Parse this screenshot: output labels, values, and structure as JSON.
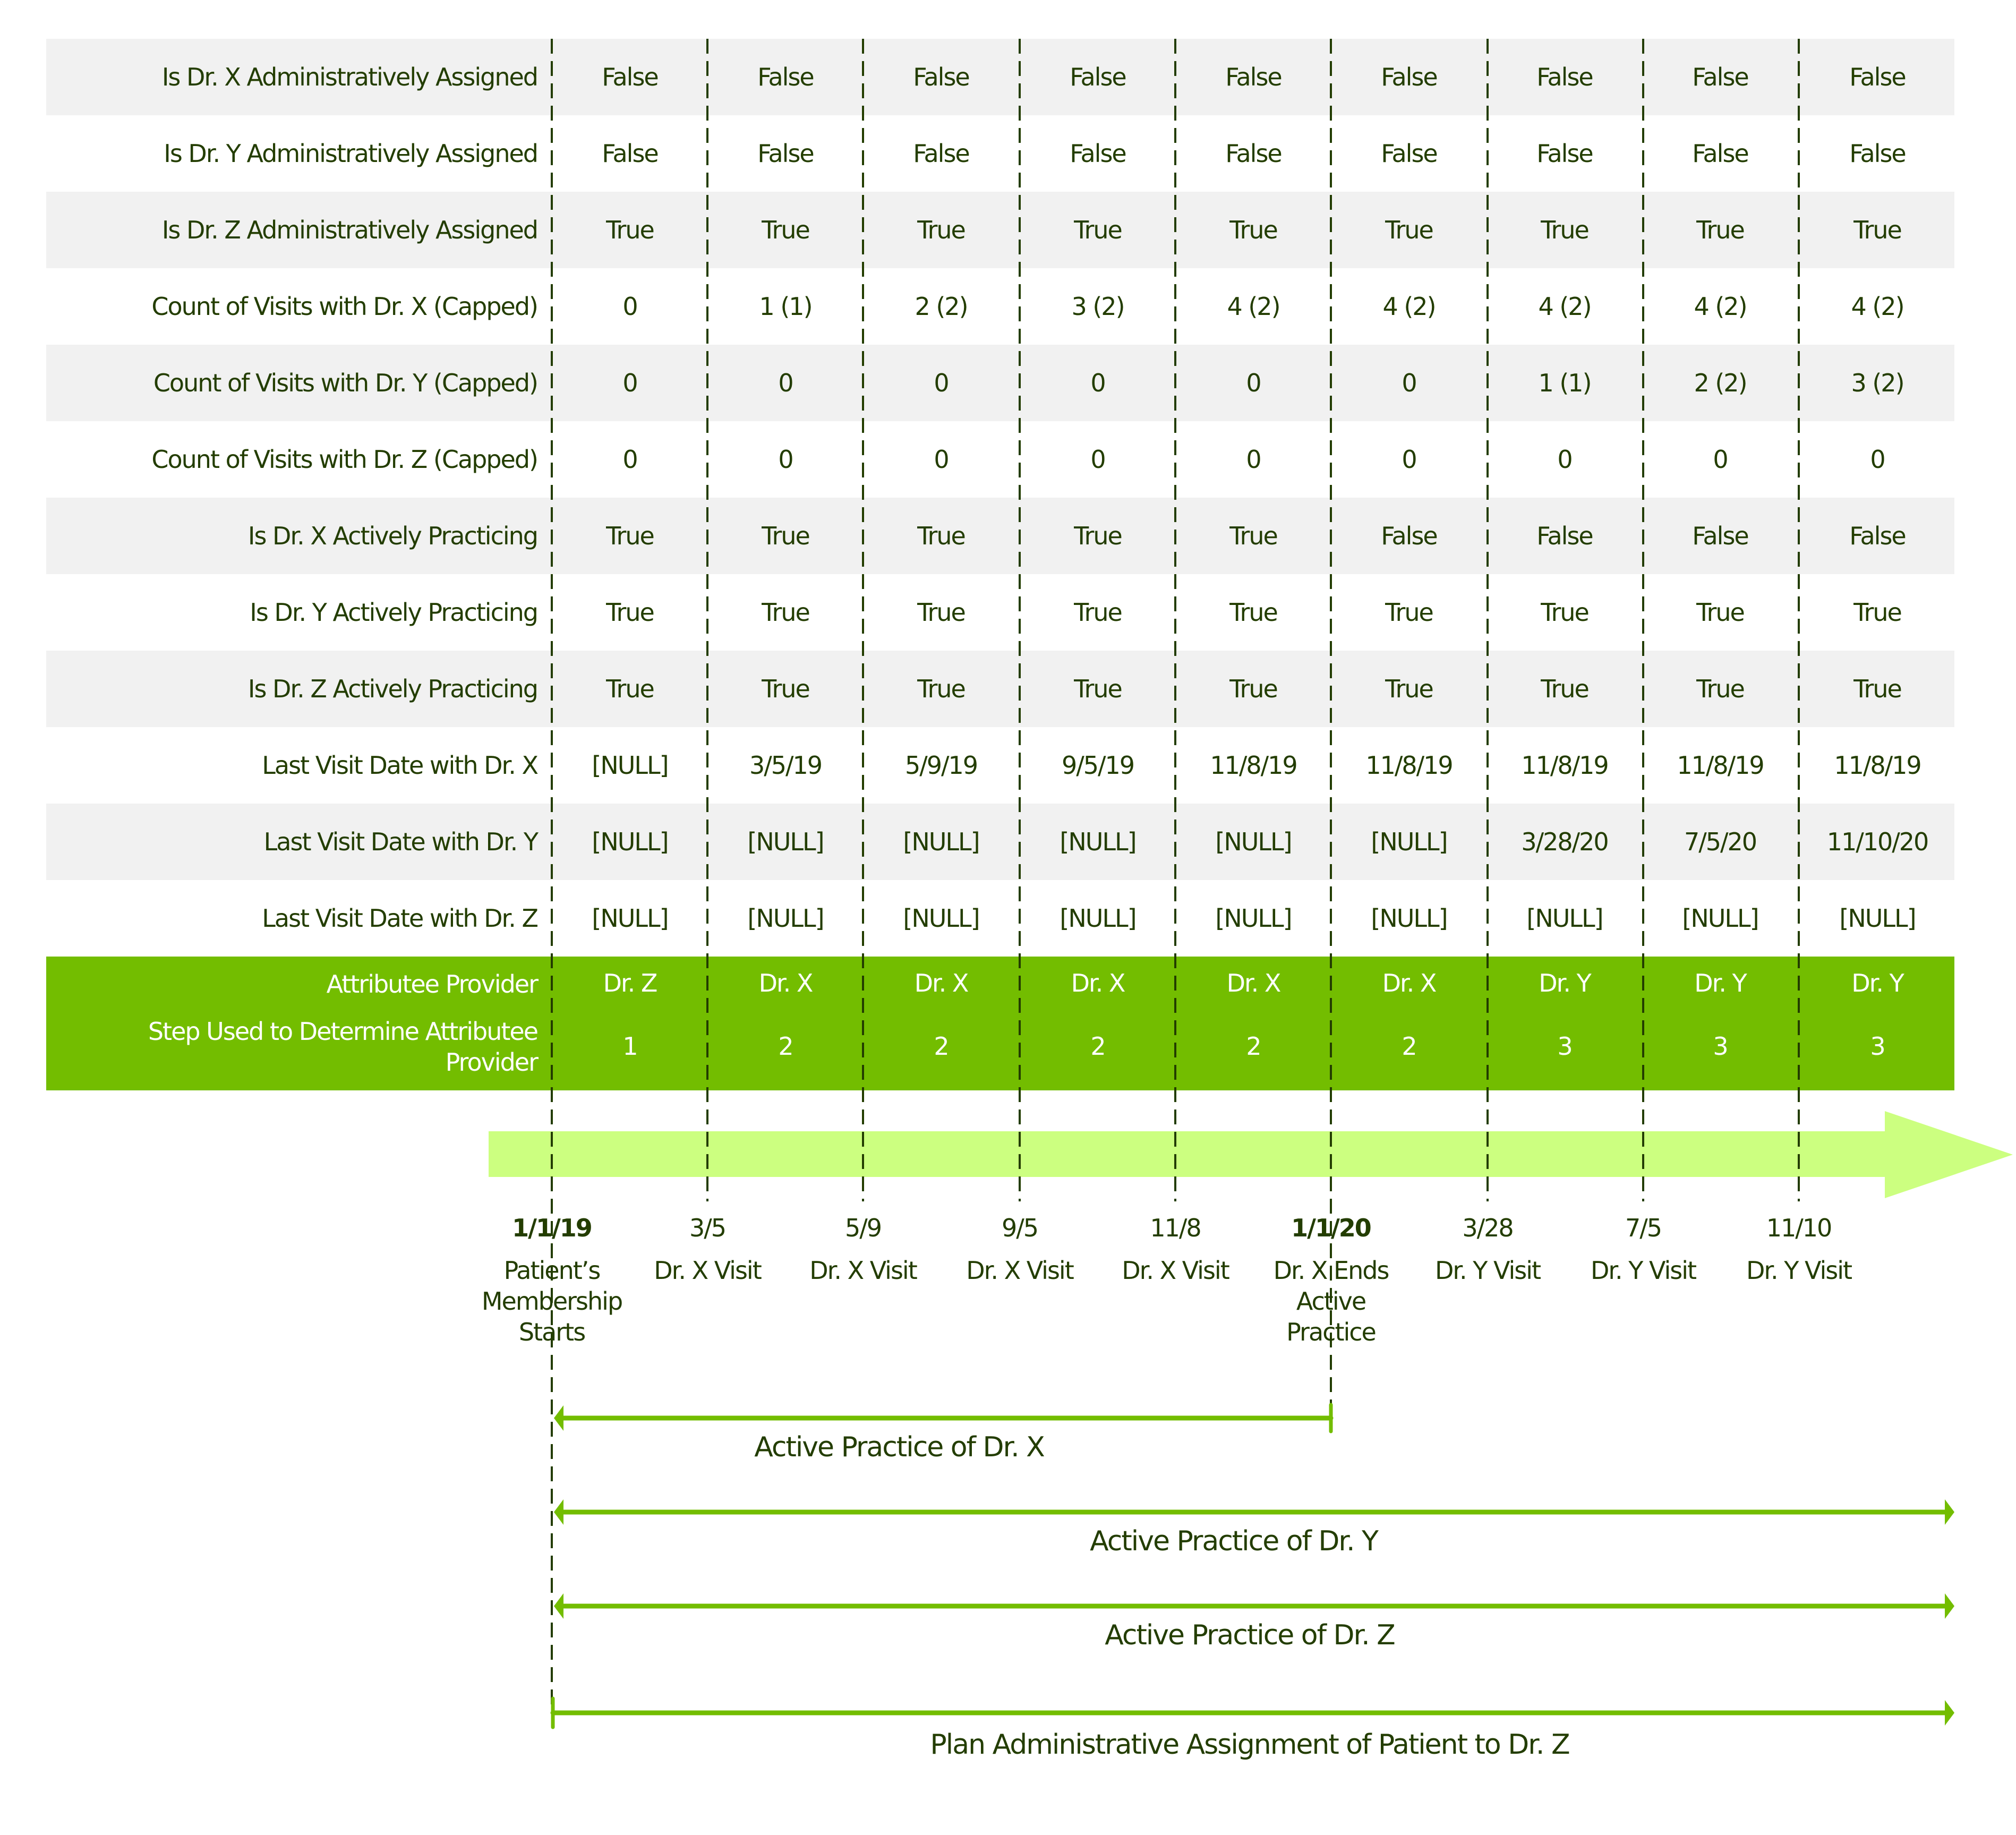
{
  "table": {
    "columns": [
      "1/1/19",
      "3/5",
      "5/9",
      "9/5",
      "11/8",
      "1/1/20",
      "3/28",
      "7/5",
      "11/10"
    ],
    "rows": [
      {
        "label": "Is Dr. X Administratively Assigned",
        "values": [
          "False",
          "False",
          "False",
          "False",
          "False",
          "False",
          "False",
          "False",
          "False"
        ]
      },
      {
        "label": "Is Dr. Y Administratively Assigned",
        "values": [
          "False",
          "False",
          "False",
          "False",
          "False",
          "False",
          "False",
          "False",
          "False"
        ]
      },
      {
        "label": "Is Dr. Z Administratively Assigned",
        "values": [
          "True",
          "True",
          "True",
          "True",
          "True",
          "True",
          "True",
          "True",
          "True"
        ]
      },
      {
        "label": "Count of Visits with Dr. X (Capped)",
        "values": [
          "0",
          "1 (1)",
          "2 (2)",
          "3 (2)",
          "4 (2)",
          "4 (2)",
          "4 (2)",
          "4 (2)",
          "4 (2)"
        ]
      },
      {
        "label": "Count of Visits with Dr. Y (Capped)",
        "values": [
          "0",
          "0",
          "0",
          "0",
          "0",
          "0",
          "1 (1)",
          "2 (2)",
          "3 (2)"
        ]
      },
      {
        "label": "Count of Visits with Dr. Z (Capped)",
        "values": [
          "0",
          "0",
          "0",
          "0",
          "0",
          "0",
          "0",
          "0",
          "0"
        ]
      },
      {
        "label": "Is Dr. X Actively Practicing",
        "values": [
          "True",
          "True",
          "True",
          "True",
          "True",
          "False",
          "False",
          "False",
          "False"
        ]
      },
      {
        "label": "Is Dr. Y Actively Practicing",
        "values": [
          "True",
          "True",
          "True",
          "True",
          "True",
          "True",
          "True",
          "True",
          "True"
        ]
      },
      {
        "label": "Is Dr. Z Actively Practicing",
        "values": [
          "True",
          "True",
          "True",
          "True",
          "True",
          "True",
          "True",
          "True",
          "True"
        ]
      },
      {
        "label": "Last Visit Date with Dr. X",
        "values": [
          "[NULL]",
          "3/5/19",
          "5/9/19",
          "9/5/19",
          "11/8/19",
          "11/8/19",
          "11/8/19",
          "11/8/19",
          "11/8/19"
        ]
      },
      {
        "label": "Last Visit Date with Dr. Y",
        "values": [
          "[NULL]",
          "[NULL]",
          "[NULL]",
          "[NULL]",
          "[NULL]",
          "[NULL]",
          "3/28/20",
          "7/5/20",
          "11/10/20"
        ]
      },
      {
        "label": "Last Visit Date with Dr. Z",
        "values": [
          "[NULL]",
          "[NULL]",
          "[NULL]",
          "[NULL]",
          "[NULL]",
          "[NULL]",
          "[NULL]",
          "[NULL]",
          "[NULL]"
        ]
      }
    ],
    "result_rows": [
      {
        "label": "Attributee Provider",
        "values": [
          "Dr. Z",
          "Dr. X",
          "Dr. X",
          "Dr. X",
          "Dr. X",
          "Dr. X",
          "Dr. Y",
          "Dr. Y",
          "Dr. Y"
        ]
      },
      {
        "label_line1": "Step Used to Determine Attributee",
        "label_line2": "Provider",
        "values": [
          "1",
          "2",
          "2",
          "2",
          "2",
          "2",
          "3",
          "3",
          "3"
        ]
      }
    ]
  },
  "timeline": {
    "events": [
      {
        "date": "1/1/19",
        "bold": true,
        "label_lines": [
          "Patient’s",
          "Membership",
          "Starts"
        ]
      },
      {
        "date": "3/5",
        "bold": false,
        "label_lines": [
          "Dr. X Visit"
        ]
      },
      {
        "date": "5/9",
        "bold": false,
        "label_lines": [
          "Dr. X Visit"
        ]
      },
      {
        "date": "9/5",
        "bold": false,
        "label_lines": [
          "Dr. X Visit"
        ]
      },
      {
        "date": "11/8",
        "bold": false,
        "label_lines": [
          "Dr. X Visit"
        ]
      },
      {
        "date": "1/1/20",
        "bold": true,
        "label_lines": [
          "Dr. X Ends",
          "Active",
          "Practice"
        ]
      },
      {
        "date": "3/28",
        "bold": false,
        "label_lines": [
          "Dr. Y Visit"
        ]
      },
      {
        "date": "7/5",
        "bold": false,
        "label_lines": [
          "Dr. Y Visit"
        ]
      },
      {
        "date": "11/10",
        "bold": false,
        "label_lines": [
          "Dr. Y Visit"
        ]
      }
    ]
  },
  "spans": [
    {
      "label": "Active Practice of Dr. X"
    },
    {
      "label": "Active Practice of Dr. Y"
    },
    {
      "label": "Active Practice of Dr. Z"
    },
    {
      "label": "Plan Administrative Assignment of Patient to Dr. Z"
    }
  ],
  "colors": {
    "text": "#233d00",
    "band": "#73bd00",
    "timeline_bar": "#ccff80",
    "row_shade": "#f1f1f1",
    "arrow": "#73bd00"
  }
}
